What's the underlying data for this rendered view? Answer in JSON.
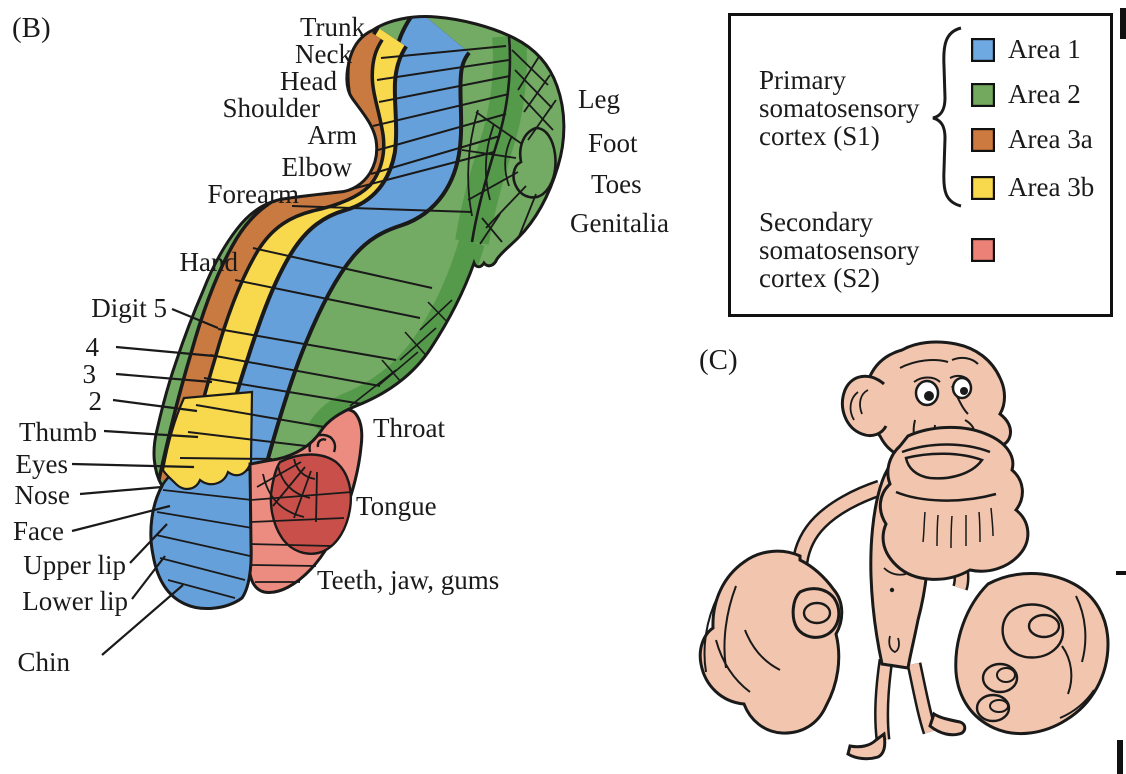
{
  "figure": {
    "panel_b_label": "(B)",
    "panel_c_label": "(C)"
  },
  "cortex_labels": {
    "trunk": "Trunk",
    "neck": "Neck",
    "head": "Head",
    "shoulder": "Shoulder",
    "arm": "Arm",
    "elbow": "Elbow",
    "forearm": "Forearm",
    "hand": "Hand",
    "digit5": "Digit 5",
    "digit4": "4",
    "digit3": "3",
    "digit2": "2",
    "thumb": "Thumb",
    "eyes": "Eyes",
    "nose": "Nose",
    "face": "Face",
    "upper_lip": "Upper lip",
    "lower_lip": "Lower lip",
    "chin": "Chin",
    "leg": "Leg",
    "foot": "Foot",
    "toes": "Toes",
    "genitalia": "Genitalia",
    "throat": "Throat",
    "tongue": "Tongue",
    "teeth_jaw_gums": "Teeth, jaw, gums"
  },
  "legend": {
    "primary_label": "Primary somatosensory cortex (S1)",
    "secondary_label": "Secondary somatosensory cortex (S2)",
    "areas": [
      {
        "label": "Area 1",
        "color": "#6FA9E2"
      },
      {
        "label": "Area 2",
        "color": "#72A95E"
      },
      {
        "label": "Area 3a",
        "color": "#CC7A40"
      },
      {
        "label": "Area 3b",
        "color": "#F8D84C"
      }
    ],
    "secondary_color": "#EC8178"
  },
  "colors": {
    "area1_blue": "#66A0DA",
    "area2_green": "#74AB64",
    "area2_dark_green": "#559A4B",
    "area3a_orange": "#C97A40",
    "area3b_yellow": "#F8D84C",
    "s2_pink": "#EC8B80",
    "s2_tongue_red": "#C9504A",
    "homunculus_skin": "#F2C5AE",
    "outline": "#1A1A1A"
  }
}
